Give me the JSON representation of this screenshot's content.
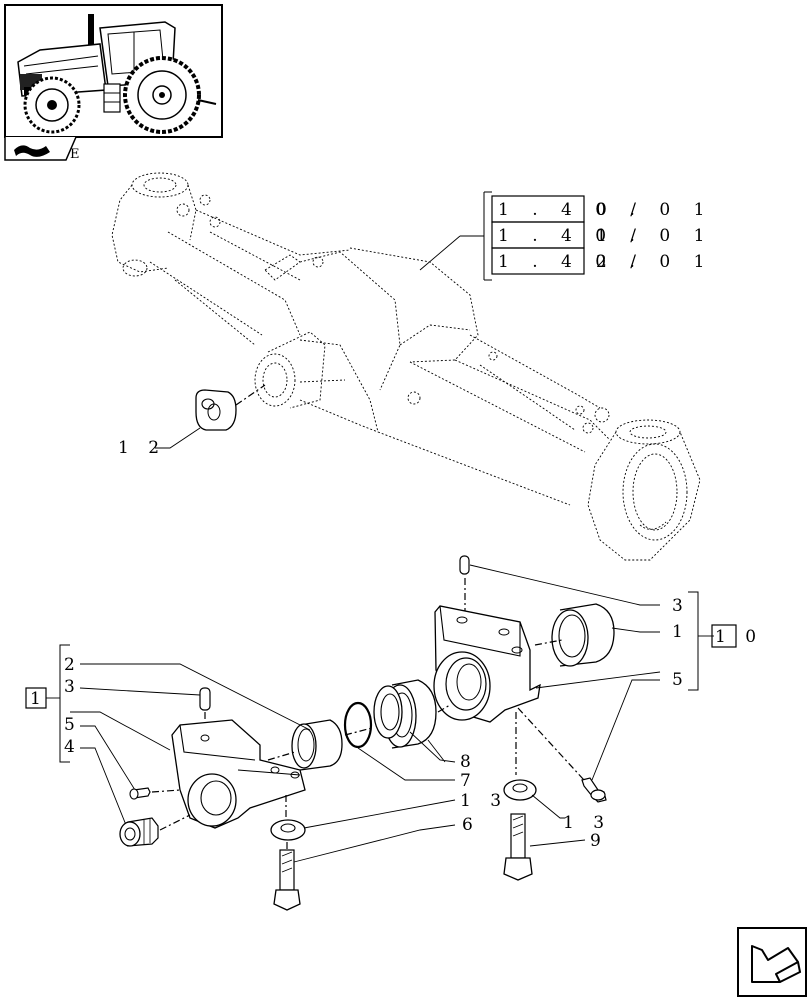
{
  "thumbnail": {
    "icon": "tractor-thumbnail",
    "tab_label": "E"
  },
  "references": [
    {
      "prefix": "1 . 4 0 .",
      "suffix": "0 / 0 1"
    },
    {
      "prefix": "1 . 4 0 .",
      "suffix": "1 / 0 1"
    },
    {
      "prefix": "1 . 4 0 .",
      "suffix": "2 / 0 1"
    }
  ],
  "callouts": {
    "c12": "1 2",
    "c3r": "3",
    "c1r": "1",
    "c10": "1 0",
    "c5r": "5",
    "box1": "1",
    "c2": "2",
    "c3l": "3",
    "c5l": "5",
    "c4": "4",
    "c8": "8",
    "c7": "7",
    "c13a": "1 3",
    "c6": "6",
    "c13b": "1 3",
    "c9": "9"
  },
  "nav": {
    "icon": "next-page-arrow-icon"
  }
}
